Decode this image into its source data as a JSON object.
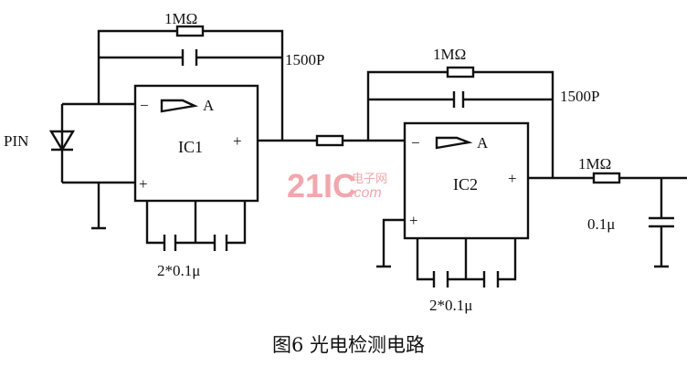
{
  "labels": {
    "r1": "1MΩ",
    "c1": "1500P",
    "pin": "PIN",
    "ic1": "IC1",
    "r2": "1MΩ",
    "c2": "1500P",
    "ic2": "IC2",
    "r3": "1MΩ",
    "c3": "0.1μ",
    "decoup1": "2*0.1μ",
    "decoup2": "2*0.1μ",
    "minus": "−",
    "plus": "+",
    "amp": "A"
  },
  "watermark": {
    "main": "21IC",
    "sub_cn": "电子网",
    "sub_en": ".com",
    "color": "#f0a0a8"
  },
  "caption": "图6  光电检测电路"
}
